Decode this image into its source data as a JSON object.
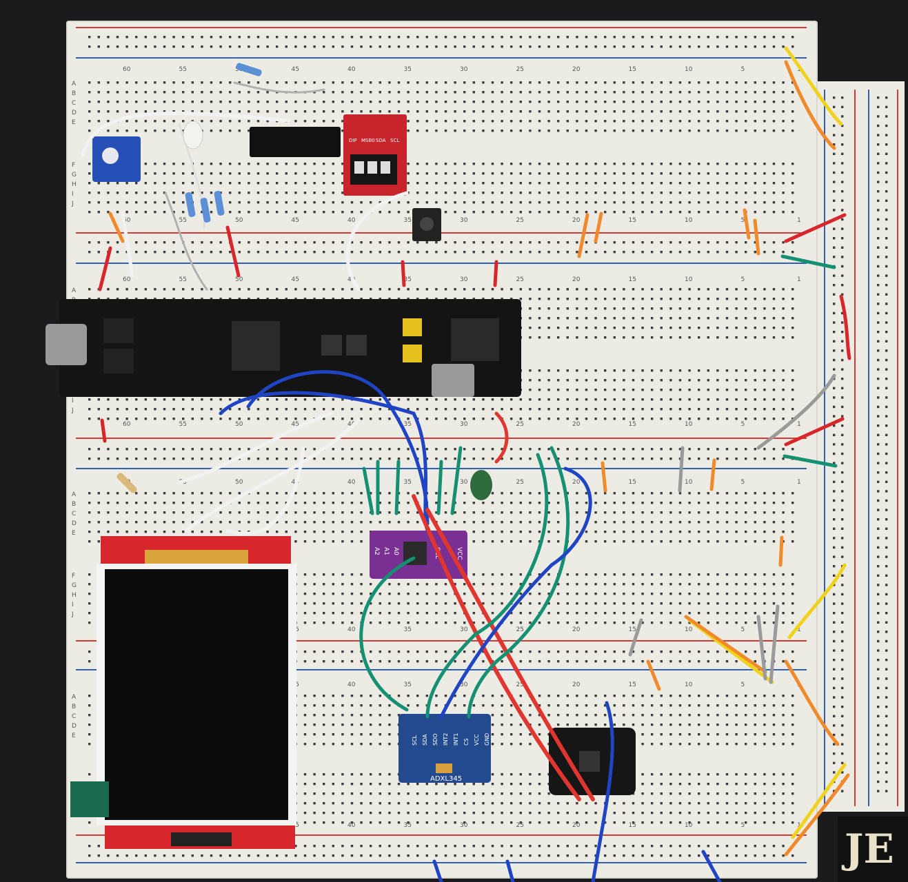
{
  "scene": {
    "subject": "solderless breadboard prototype",
    "colors": {
      "board": "#ecebe4",
      "rail_red": "#d43a33",
      "rail_blue": "#2f5fb5",
      "hole": "#3d3d3d"
    }
  },
  "column_numbers": [
    "60",
    "55",
    "50",
    "45",
    "40",
    "35",
    "30",
    "25",
    "20",
    "15",
    "10",
    "5",
    "1"
  ],
  "row_letters_top": [
    "A",
    "B",
    "C",
    "D",
    "E"
  ],
  "row_letters_bottom": [
    "F",
    "G",
    "H",
    "I",
    "J"
  ],
  "components": {
    "dip_switch": {
      "pin_labels": [
        "SCL",
        "SDA",
        "MSB0",
        "DIP"
      ]
    },
    "motion_sensor": {
      "model": "ADXL345",
      "pin_labels": [
        "GND",
        "VCC",
        "CS",
        "INT1",
        "INT2",
        "SDO",
        "SDA",
        "SCL"
      ]
    },
    "purple_module": {
      "pin_labels": [
        "VCC",
        "SCL",
        "A0",
        "A1",
        "A2"
      ]
    }
  },
  "corner_stamp": "JE"
}
